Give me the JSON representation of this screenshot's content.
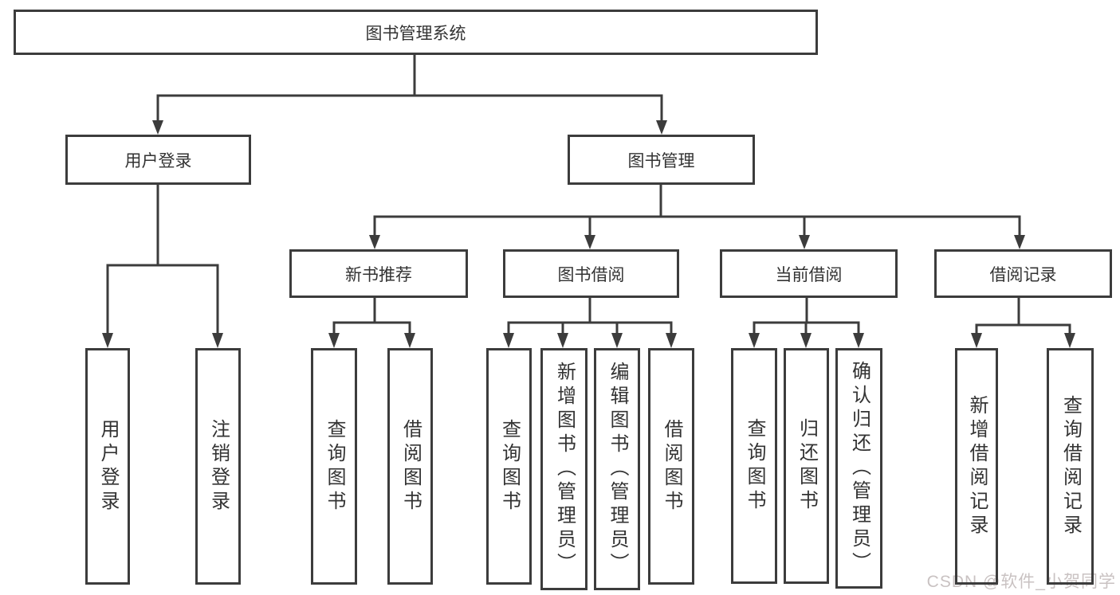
{
  "diagram": {
    "title_root": "图书管理系统",
    "level2": [
      {
        "label": "用户登录"
      },
      {
        "label": "图书管理"
      }
    ],
    "level3": [
      {
        "label": "新书推荐"
      },
      {
        "label": "图书借阅"
      },
      {
        "label": "当前借阅"
      },
      {
        "label": "借阅记录"
      }
    ],
    "leaves": {
      "user_login": [
        "用户登录",
        "注销登录"
      ],
      "new_book": [
        "查询图书",
        "借阅图书"
      ],
      "book_borrow": [
        "查询图书",
        "新增图书（管理员）",
        "编辑图书（管理员）",
        "借阅图书"
      ],
      "current_borrow": [
        "查询图书",
        "归还图书",
        "确认归还（管理员）"
      ],
      "borrow_records": [
        "新增借阅记录",
        "查询借阅记录"
      ]
    },
    "colors": {
      "line": "#3c3c3c",
      "text": "#333333",
      "background": "#ffffff",
      "watermark": "#c9c2c2"
    }
  },
  "watermark": {
    "text": "CSDN @软件_小贺同学"
  }
}
